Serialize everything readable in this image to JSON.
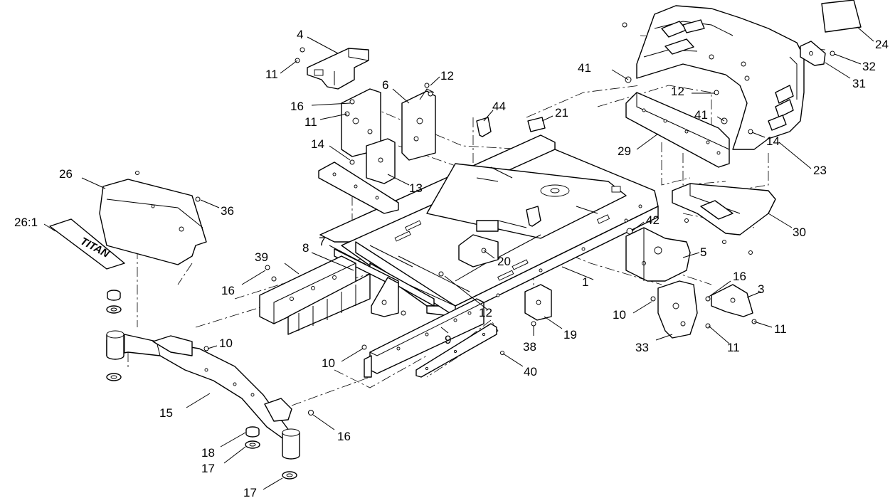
{
  "diagram": {
    "type": "exploded-parts-diagram",
    "logo_text": "TITAN",
    "callouts": [
      "1",
      "3",
      "4",
      "5",
      "6",
      "7",
      "8",
      "9",
      "10",
      "11",
      "12",
      "13",
      "14",
      "15",
      "16",
      "17",
      "18",
      "19",
      "20",
      "21",
      "23",
      "24",
      "26",
      "26:1",
      "29",
      "30",
      "31",
      "32",
      "33",
      "36",
      "38",
      "39",
      "40",
      "41",
      "42",
      "44"
    ]
  }
}
